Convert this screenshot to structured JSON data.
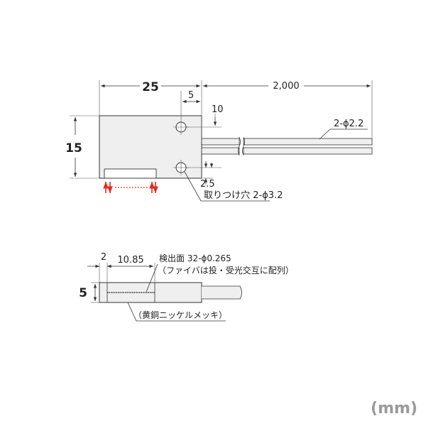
{
  "top_view": {
    "dim_width": "25",
    "dim_hole_offset": "5",
    "dim_cable_length": "2,000",
    "dim_top_margin": "10",
    "dim_height": "15",
    "dim_bottom_margin": "2.5",
    "label_cable": "2-ϕ2.2",
    "label_mount_holes": "取りつけ穴 2-ϕ3.2"
  },
  "side_view": {
    "dim_tip": "2",
    "dim_length": "10.85",
    "dim_thickness": "5",
    "label_detection_face": "検出面 32-ϕ0.265",
    "label_fiber_arrangement": "（ファイバは投・受光交互に配列）",
    "label_material": "（黄銅ニッケルメッキ）"
  },
  "unit": "(mm)",
  "colors": {
    "arrow_red": "#e8261e",
    "body_fill": "#efefef",
    "line": "#333333",
    "unit_gray": "#9a9a9a"
  }
}
